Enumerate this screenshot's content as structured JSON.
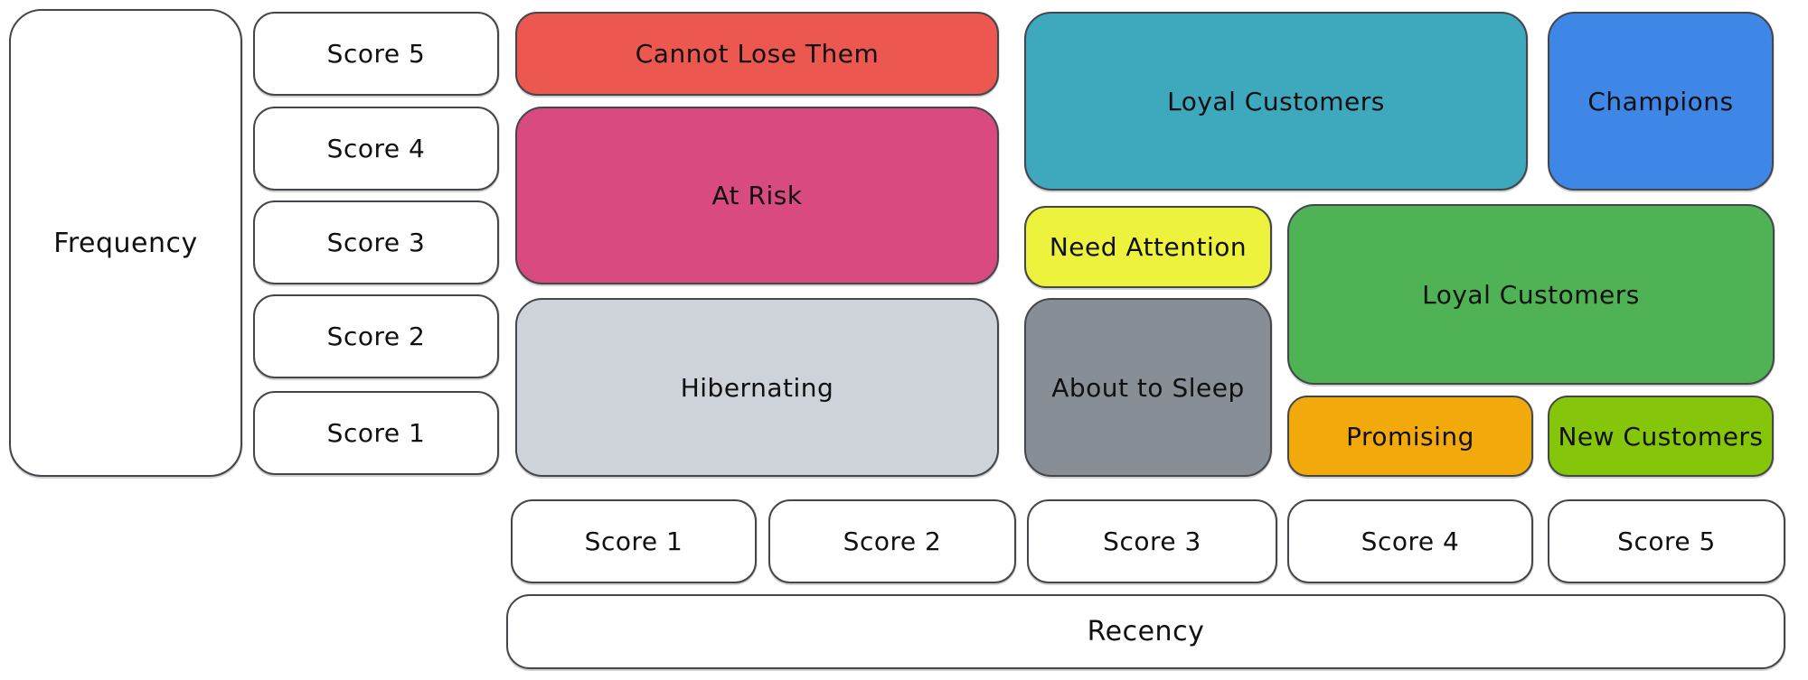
{
  "diagram": {
    "type": "rfm-segment-matrix",
    "background": "#ffffff",
    "outline_color": "#43464b",
    "text_color": "#101010",
    "axes": {
      "frequency": {
        "label": "Frequency",
        "scores": [
          "Score 5",
          "Score 4",
          "Score 3",
          "Score 2",
          "Score 1"
        ]
      },
      "recency": {
        "label": "Recency",
        "scores": [
          "Score 1",
          "Score 2",
          "Score 3",
          "Score 4",
          "Score 5"
        ]
      }
    },
    "segments": [
      {
        "label": "Cannot Lose Them",
        "color": "#ec5750",
        "recency_span": "1-2",
        "frequency_span": "5"
      },
      {
        "label": "At Risk",
        "color": "#d94a80",
        "recency_span": "1-2",
        "frequency_span": "3-4"
      },
      {
        "label": "Hibernating",
        "color": "#ced3d9",
        "recency_span": "1-2",
        "frequency_span": "1-2"
      },
      {
        "label": "Loyal Customers",
        "color": "#3ea8bd",
        "recency_span": "3-4",
        "frequency_span": "4-5"
      },
      {
        "label": "Champions",
        "color": "#3f87e6",
        "recency_span": "5",
        "frequency_span": "4-5"
      },
      {
        "label": "Need Attention",
        "color": "#edf23c",
        "recency_span": "3",
        "frequency_span": "3"
      },
      {
        "label": "About to Sleep",
        "color": "#878e95",
        "recency_span": "3",
        "frequency_span": "1-2"
      },
      {
        "label": "Loyal Customers",
        "color": "#4fb254",
        "recency_span": "4-5",
        "frequency_span": "2-3"
      },
      {
        "label": "Promising",
        "color": "#f2a90b",
        "recency_span": "4",
        "frequency_span": "1"
      },
      {
        "label": "New Customers",
        "color": "#85c50a",
        "recency_span": "5",
        "frequency_span": "1"
      }
    ]
  }
}
